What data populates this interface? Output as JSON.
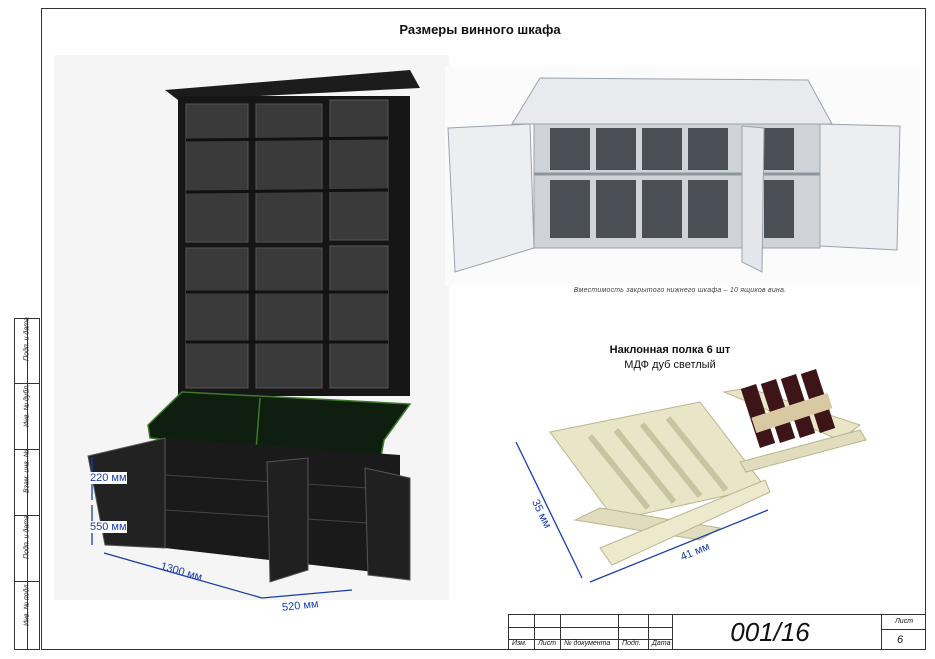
{
  "title": "Размеры винного шкафа",
  "caption": "Вместимость закрытого нижнего шкафа – 10 ящиков вина.",
  "shelf": {
    "title": "Наклонная полка 6 шт",
    "material": "МДФ дуб светлый"
  },
  "dimensions": {
    "d220": "220 мм",
    "d550": "550 мм",
    "d1300": "1300 мм",
    "d520": "520 мм",
    "d35": "35 мм",
    "d41": "41 мм"
  },
  "sidestamp": [
    "Подп. и дата",
    "Инв. № дубл.",
    "Взам. инв. №",
    "Подп. и дата",
    "Инв. № подл."
  ],
  "titleblock": {
    "headers": [
      "Изм.",
      "Лист",
      "№ документа",
      "Подп.",
      "Дата"
    ],
    "code": "001/16",
    "sheet_label": "Лист",
    "sheet_number": "6"
  },
  "colors": {
    "dimension": "#1a3ea8",
    "cabinet": "#222222",
    "shelf_wood": "#e9e6c8"
  }
}
